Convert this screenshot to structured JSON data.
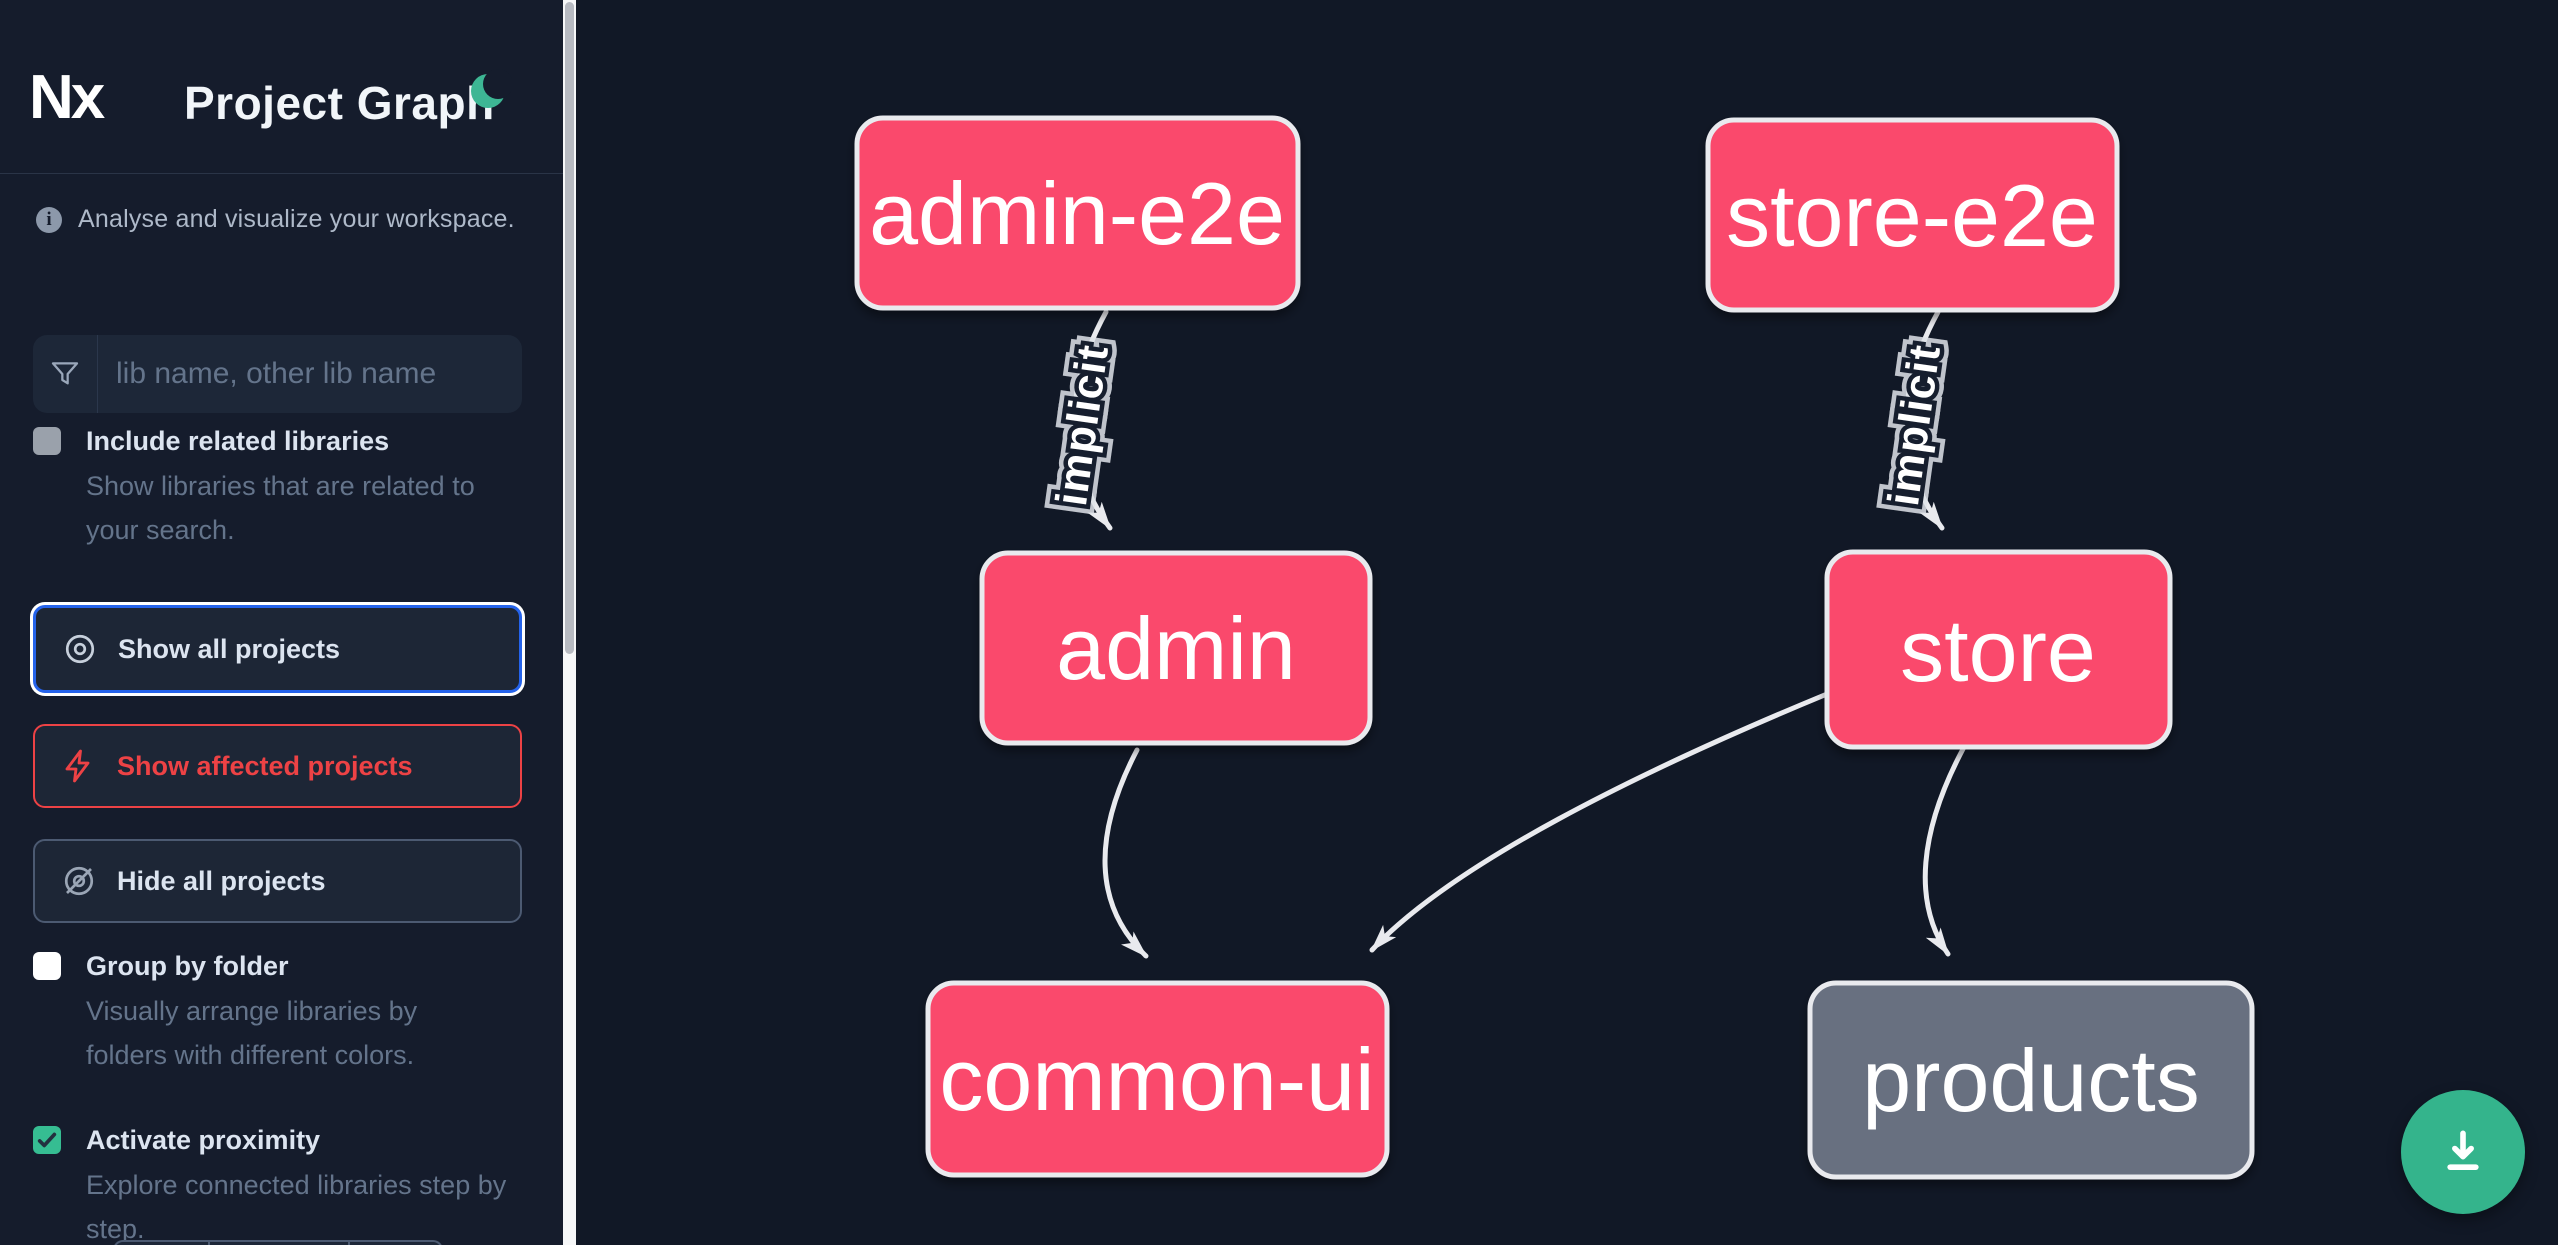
{
  "app": {
    "logo_text": "Nx",
    "title": "Project Graph",
    "theme_icon": "moon-icon"
  },
  "colors": {
    "sidebar_bg": "#151c2c",
    "canvas_bg": "#111826",
    "accent_blue": "#2563eb",
    "affected_red": "#ed4245",
    "node_pink": "#fa486c",
    "node_gray": "#687080",
    "node_border": "#e9eaee",
    "edge": "#e9eaee",
    "fab_green": "#34b48c",
    "moon_green": "#3db694"
  },
  "sidebar": {
    "tagline": "Analyse and visualize your workspace.",
    "search": {
      "placeholder": "lib name, other lib name",
      "icon": "funnel-icon"
    },
    "options": [
      {
        "label": "Include related libraries",
        "description": "Show libraries that are related to your search.",
        "checked": false
      },
      {
        "label": "Group by folder",
        "description": "Visually arrange libraries by folders with different colors.",
        "checked": false
      },
      {
        "label": "Activate proximity",
        "description": "Explore connected libraries step by step.",
        "checked": true
      }
    ],
    "buttons": [
      {
        "label": "Show all projects",
        "icon": "eye-icon",
        "state": "focused"
      },
      {
        "label": "Show affected projects",
        "icon": "bolt-icon",
        "state": "affected"
      },
      {
        "label": "Hide all projects",
        "icon": "eye-off-icon",
        "state": "default"
      }
    ]
  },
  "graph": {
    "nodes": [
      {
        "id": "admin-e2e",
        "label": "admin-e2e",
        "color": "pink"
      },
      {
        "id": "store-e2e",
        "label": "store-e2e",
        "color": "pink"
      },
      {
        "id": "admin",
        "label": "admin",
        "color": "pink"
      },
      {
        "id": "store",
        "label": "store",
        "color": "pink"
      },
      {
        "id": "common-ui",
        "label": "common-ui",
        "color": "pink"
      },
      {
        "id": "products",
        "label": "products",
        "color": "gray"
      }
    ],
    "edges": [
      {
        "from": "admin-e2e",
        "to": "admin",
        "label": "implicit"
      },
      {
        "from": "store-e2e",
        "to": "store",
        "label": "implicit"
      },
      {
        "from": "admin",
        "to": "common-ui",
        "label": ""
      },
      {
        "from": "store",
        "to": "common-ui",
        "label": ""
      },
      {
        "from": "store",
        "to": "products",
        "label": ""
      }
    ]
  },
  "fab": {
    "icon": "download-icon"
  }
}
